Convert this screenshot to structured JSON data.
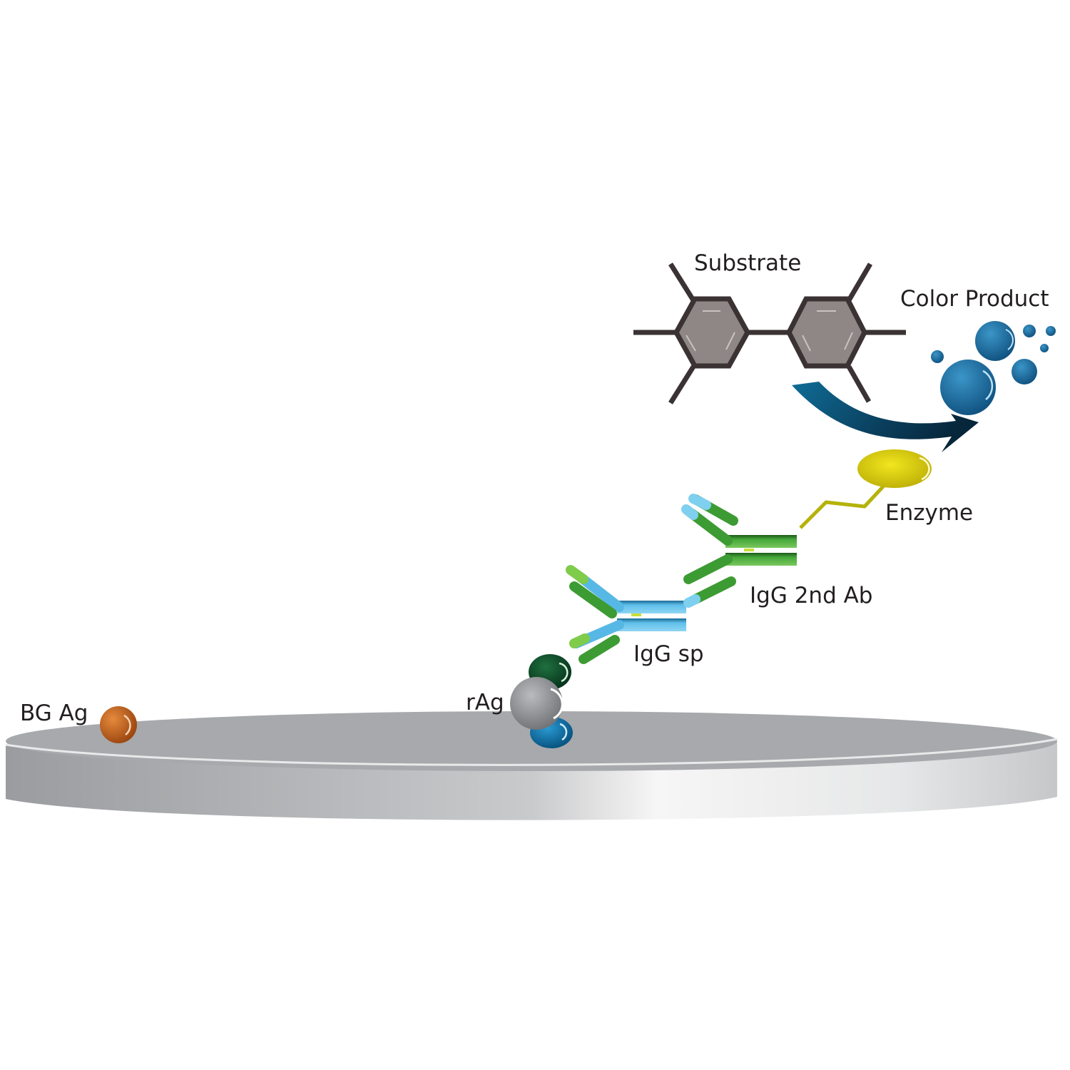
{
  "labels": {
    "background_antigen": "BG Ag",
    "recombinant_antigen": "rAg",
    "specific_igg": "IgG sp",
    "secondary_antibody": "IgG 2nd Ab",
    "enzyme": "Enzyme",
    "substrate": "Substrate",
    "color_product": "Color Product"
  },
  "colors": {
    "plate_top": "#a7a9ac",
    "plate_side": "#d1d3d4",
    "bg_ag": "#c2621a",
    "rag_gray": "#8a8c8f",
    "rag_green": "#0a4a26",
    "rag_blue": "#0a6fa3",
    "igg_blue": "#56b4e3",
    "igg_green": "#3c9a32",
    "linker": "#b5b20a",
    "enzyme": "#d8cc0c",
    "substrate_ring": "#8e8785",
    "substrate_bond": "#3a3233",
    "arrow": "#0d4f6e",
    "product": "#1b72a6"
  }
}
